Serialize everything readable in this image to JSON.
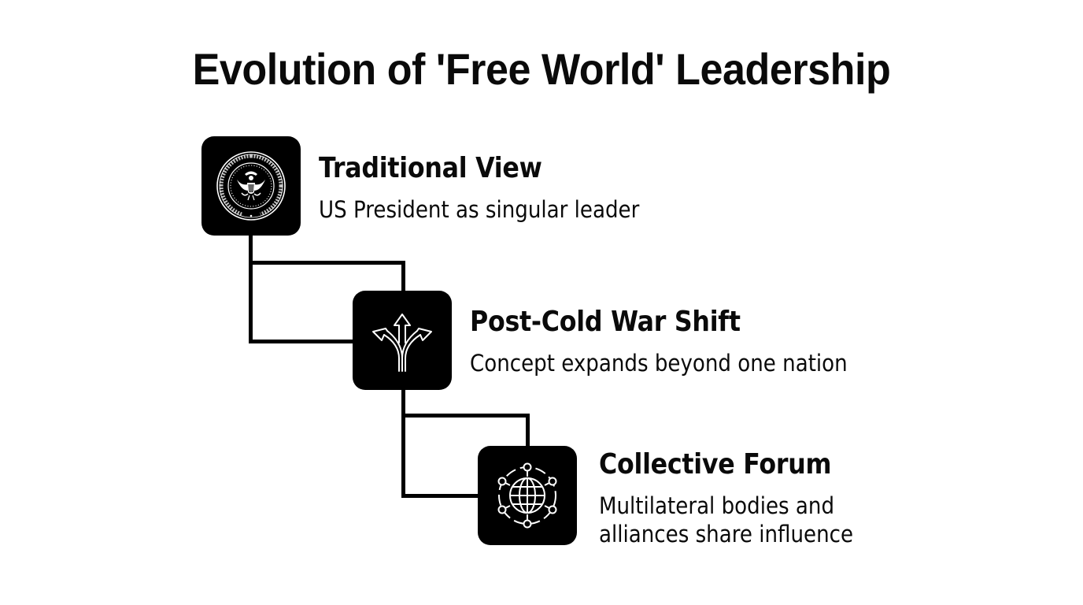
{
  "title": "Evolution of 'Free World' Leadership",
  "colors": {
    "background": "#ffffff",
    "foreground": "#000000",
    "icon_stroke": "#ffffff"
  },
  "steps": [
    {
      "title": "Traditional View",
      "description": "US President as singular leader",
      "icon": "presidential-seal-icon"
    },
    {
      "title": "Post-Cold War Shift",
      "description": "Concept expands beyond one nation",
      "icon": "diverging-arrows-icon"
    },
    {
      "title": "Collective Forum",
      "description": "Multilateral bodies and alliances share influence",
      "icon": "networked-globe-icon"
    }
  ]
}
